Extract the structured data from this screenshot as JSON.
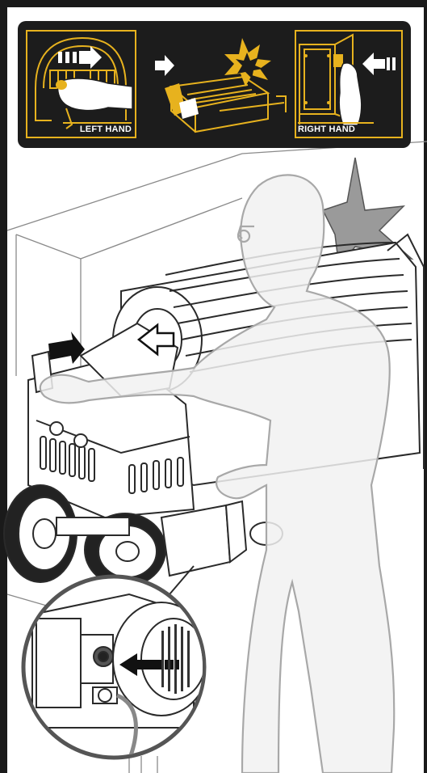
{
  "banner": {
    "left_panel": {
      "label": "LEFT HAND",
      "icon": "left-hand-grip-icon"
    },
    "middle_panel": {
      "icon": "machine-impact-icon"
    },
    "right_panel": {
      "label": "RIGHT HAND",
      "icon": "right-hand-switch-icon"
    }
  },
  "colors": {
    "accent": "#e7b21e",
    "banner_bg": "#1c1c1c",
    "line_art": "#333333",
    "figure": "#9a9a9a"
  },
  "scene": {
    "figure": "operator-figure",
    "machine": "drum-machine",
    "detail_inset": "motor-switch-detail"
  }
}
